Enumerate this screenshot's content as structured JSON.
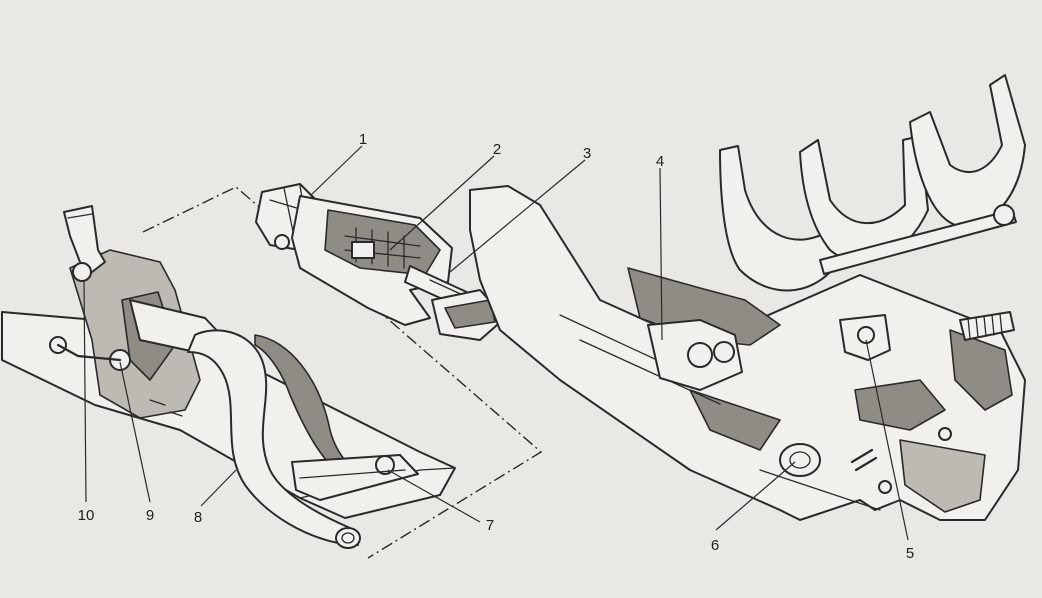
{
  "diagram": {
    "callouts": [
      {
        "id": "1",
        "text": "1"
      },
      {
        "id": "2",
        "text": "2"
      },
      {
        "id": "3",
        "text": "3"
      },
      {
        "id": "4",
        "text": "4"
      },
      {
        "id": "5",
        "text": "5"
      },
      {
        "id": "6",
        "text": "6"
      },
      {
        "id": "7",
        "text": "7"
      },
      {
        "id": "8",
        "text": "8"
      },
      {
        "id": "9",
        "text": "9"
      },
      {
        "id": "10",
        "text": "10"
      }
    ]
  },
  "colors": {
    "paper": "#e9e8e4",
    "ink": "#2a2a2a",
    "shade": "#8f8c86"
  }
}
